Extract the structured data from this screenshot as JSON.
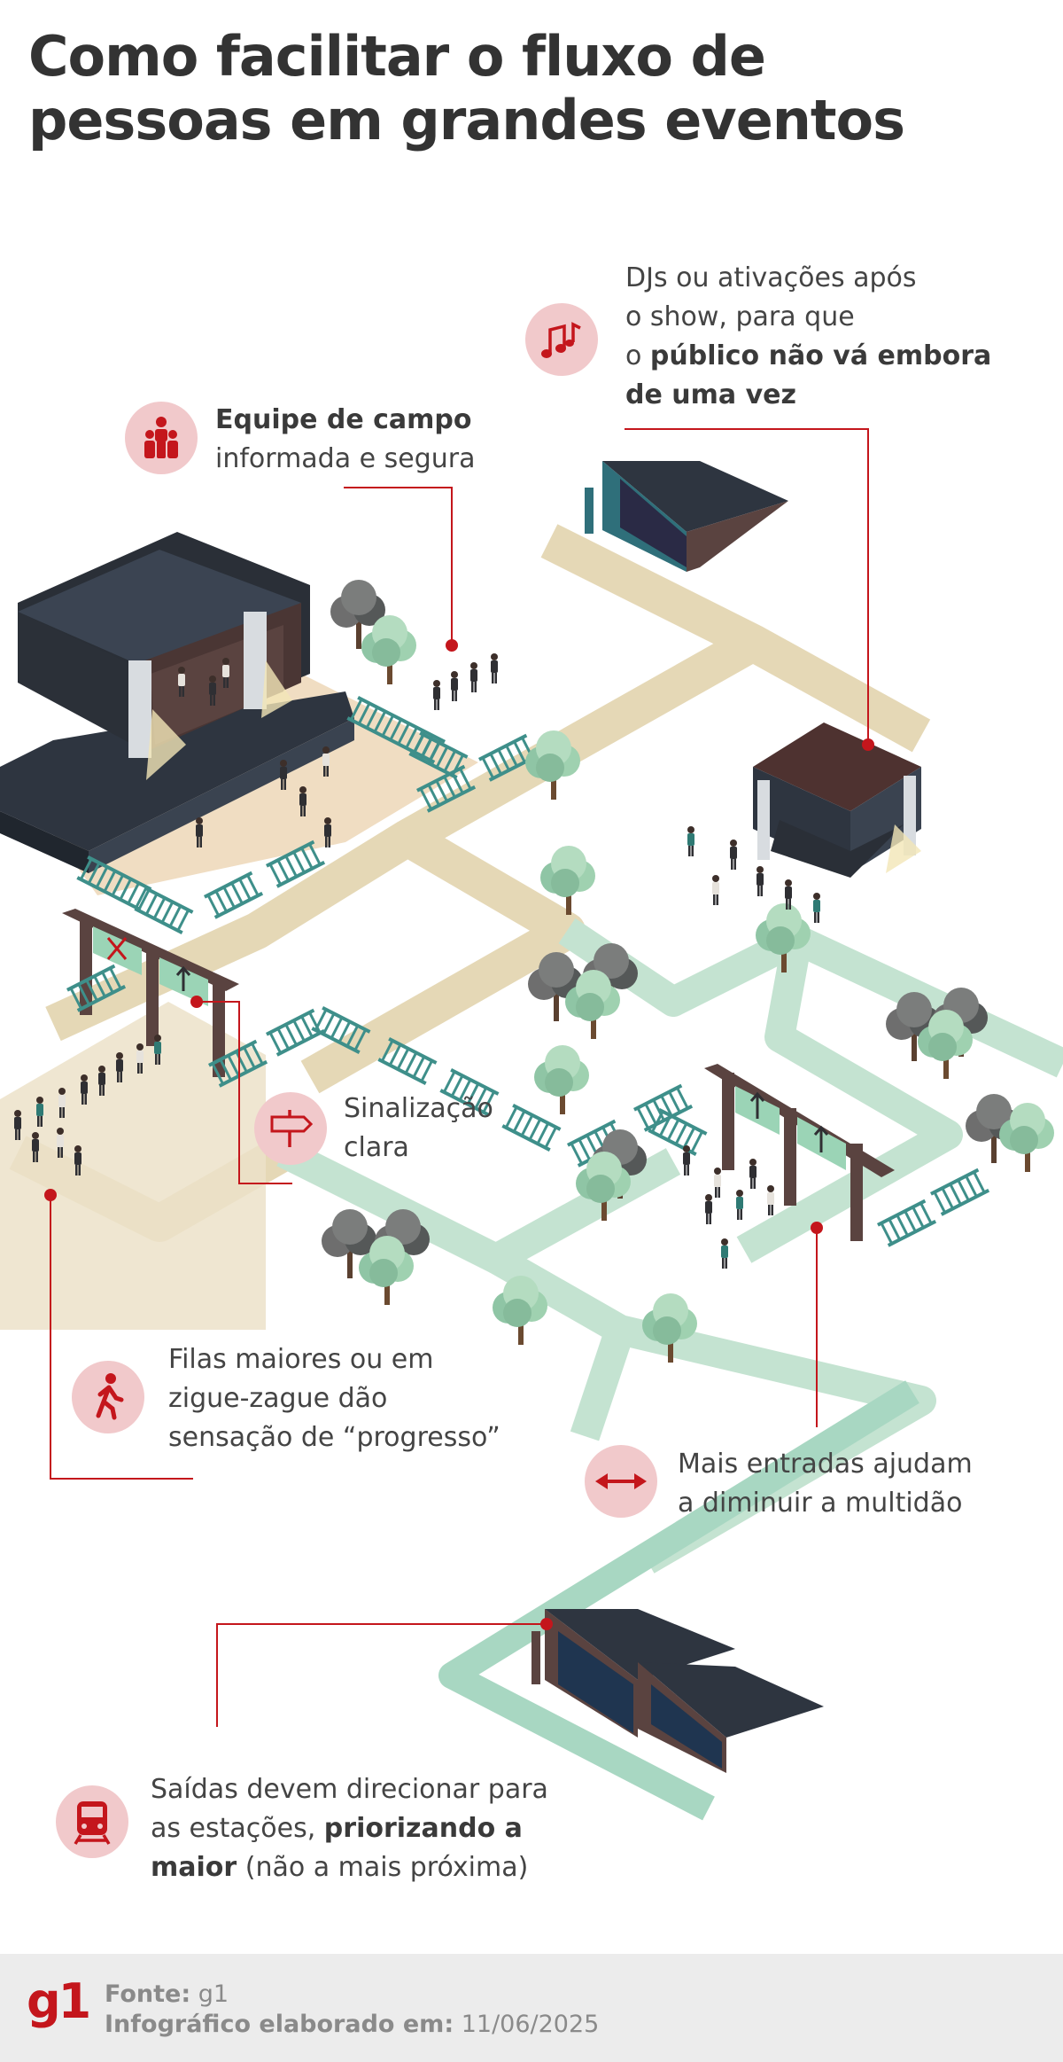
{
  "title": {
    "line1": "Como facilitar o fluxo de",
    "line2": "pessoas em grandes eventos"
  },
  "annotations": {
    "djs": {
      "icon": "music-notes-icon",
      "line1": "DJs ou ativações após",
      "line2": "o show, para que",
      "line3_prefix": "o ",
      "line3_bold": "público não vá embora",
      "line4_bold": "de uma vez"
    },
    "equipe": {
      "icon": "team-people-icon",
      "line1_bold": "Equipe de campo",
      "line2": "informada e segura"
    },
    "sinalizacao": {
      "icon": "signpost-icon",
      "line1": "Sinalização",
      "line2": "clara"
    },
    "filas": {
      "icon": "walking-person-icon",
      "line1": "Filas maiores ou em",
      "line2": "zigue-zague dão",
      "line3": "sensação de “progresso”"
    },
    "entradas": {
      "icon": "double-arrow-icon",
      "line1": "Mais entradas ajudam",
      "line2": "a diminuir a multidão"
    },
    "saidas": {
      "icon": "train-icon",
      "line1": "Saídas devem direcionar para",
      "line2_prefix": "as estações, ",
      "line2_bold": "priorizando a",
      "line3_bold": "maior",
      "line3_suffix": " (não a mais próxima)"
    }
  },
  "footer": {
    "logo": "g1",
    "source_label": "Fonte:",
    "source_value": " g1",
    "date_label": "Infográfico elaborado em:",
    "date_value": " 11/06/2025"
  },
  "colors": {
    "accent": "#c4161c",
    "icon_bg": "#f1c9cb",
    "path_beige": "#e5d8b6",
    "path_green": "#b8dcc9",
    "structure_dark": "#2e3540",
    "structure_brown": "#6b4a44",
    "fence_teal": "#3e8f8a"
  }
}
